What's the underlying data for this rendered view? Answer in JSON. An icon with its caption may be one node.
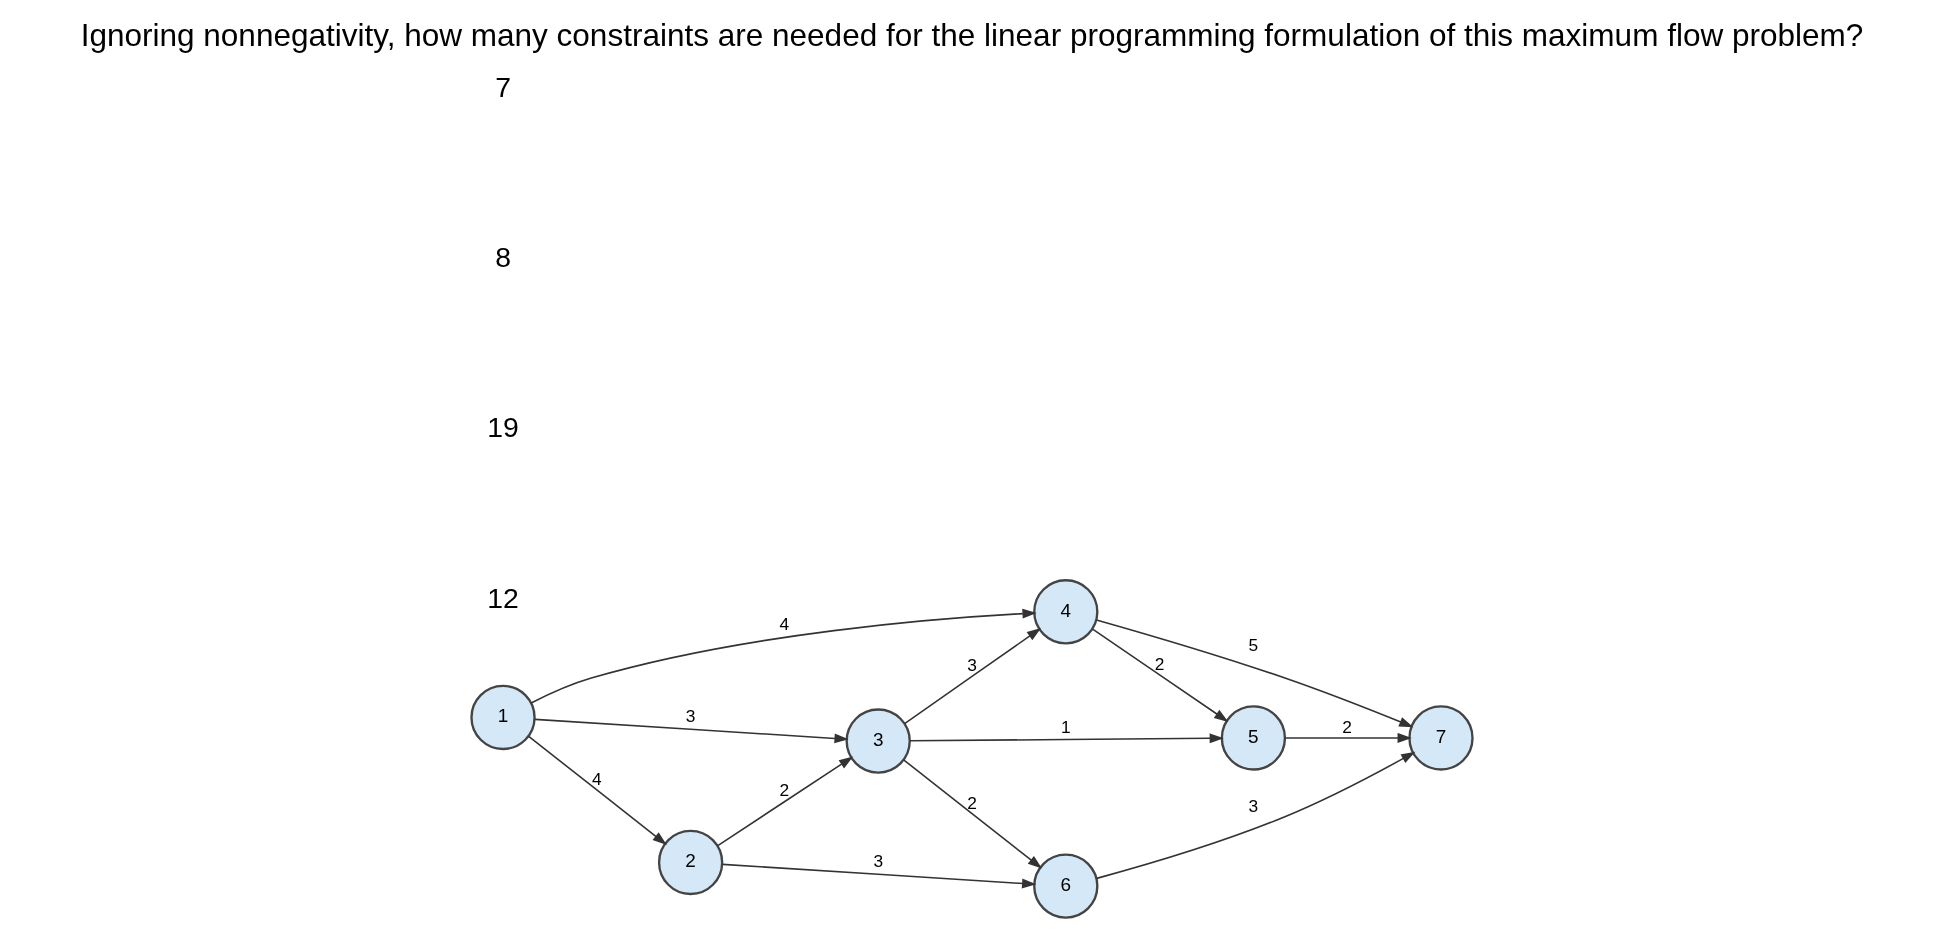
{
  "diagram": {
    "title": "Ignoring nonnegativity, how many constraints are needed for the linear programming formulation of this maximum flow problem?",
    "nodes": [
      {
        "text": [
          "1"
        ]
      },
      {
        "text": [
          "2"
        ]
      },
      {
        "text": [
          "3"
        ]
      },
      {
        "text": [
          "4"
        ]
      },
      {
        "text": [
          "5"
        ]
      },
      {
        "text": [
          "6"
        ]
      },
      {
        "text": [
          "7"
        ]
      }
    ],
    "edges": [
      {
        "from": 0,
        "to": 1,
        "arrow": "to",
        "label": "4"
      },
      {
        "from": 0,
        "to": 2,
        "arrow": "to",
        "label": "3"
      },
      {
        "from": 0,
        "to": 3,
        "arrow": "to",
        "label": "4"
      },
      {
        "from": 1,
        "to": 5,
        "arrow": "to",
        "label": "3"
      },
      {
        "from": 1,
        "to": 2,
        "arrow": "to",
        "label": "2"
      },
      {
        "from": 2,
        "to": 5,
        "arrow": "to",
        "label": "2"
      },
      {
        "from": 2,
        "to": 4,
        "arrow": "to",
        "label": "1"
      },
      {
        "from": 2,
        "to": 3,
        "arrow": "to",
        "label": "3"
      },
      {
        "from": 3,
        "to": 4,
        "arrow": "to",
        "label": "2"
      },
      {
        "from": 3,
        "to": 6,
        "arrow": "to",
        "label": "5"
      },
      {
        "from": 4,
        "to": 6,
        "arrow": "to",
        "label": "2"
      },
      {
        "from": 5,
        "to": 6,
        "arrow": "to",
        "label": "3"
      }
    ],
    "labels": [
      "7",
      "8",
      "19",
      "12"
    ]
  }
}
